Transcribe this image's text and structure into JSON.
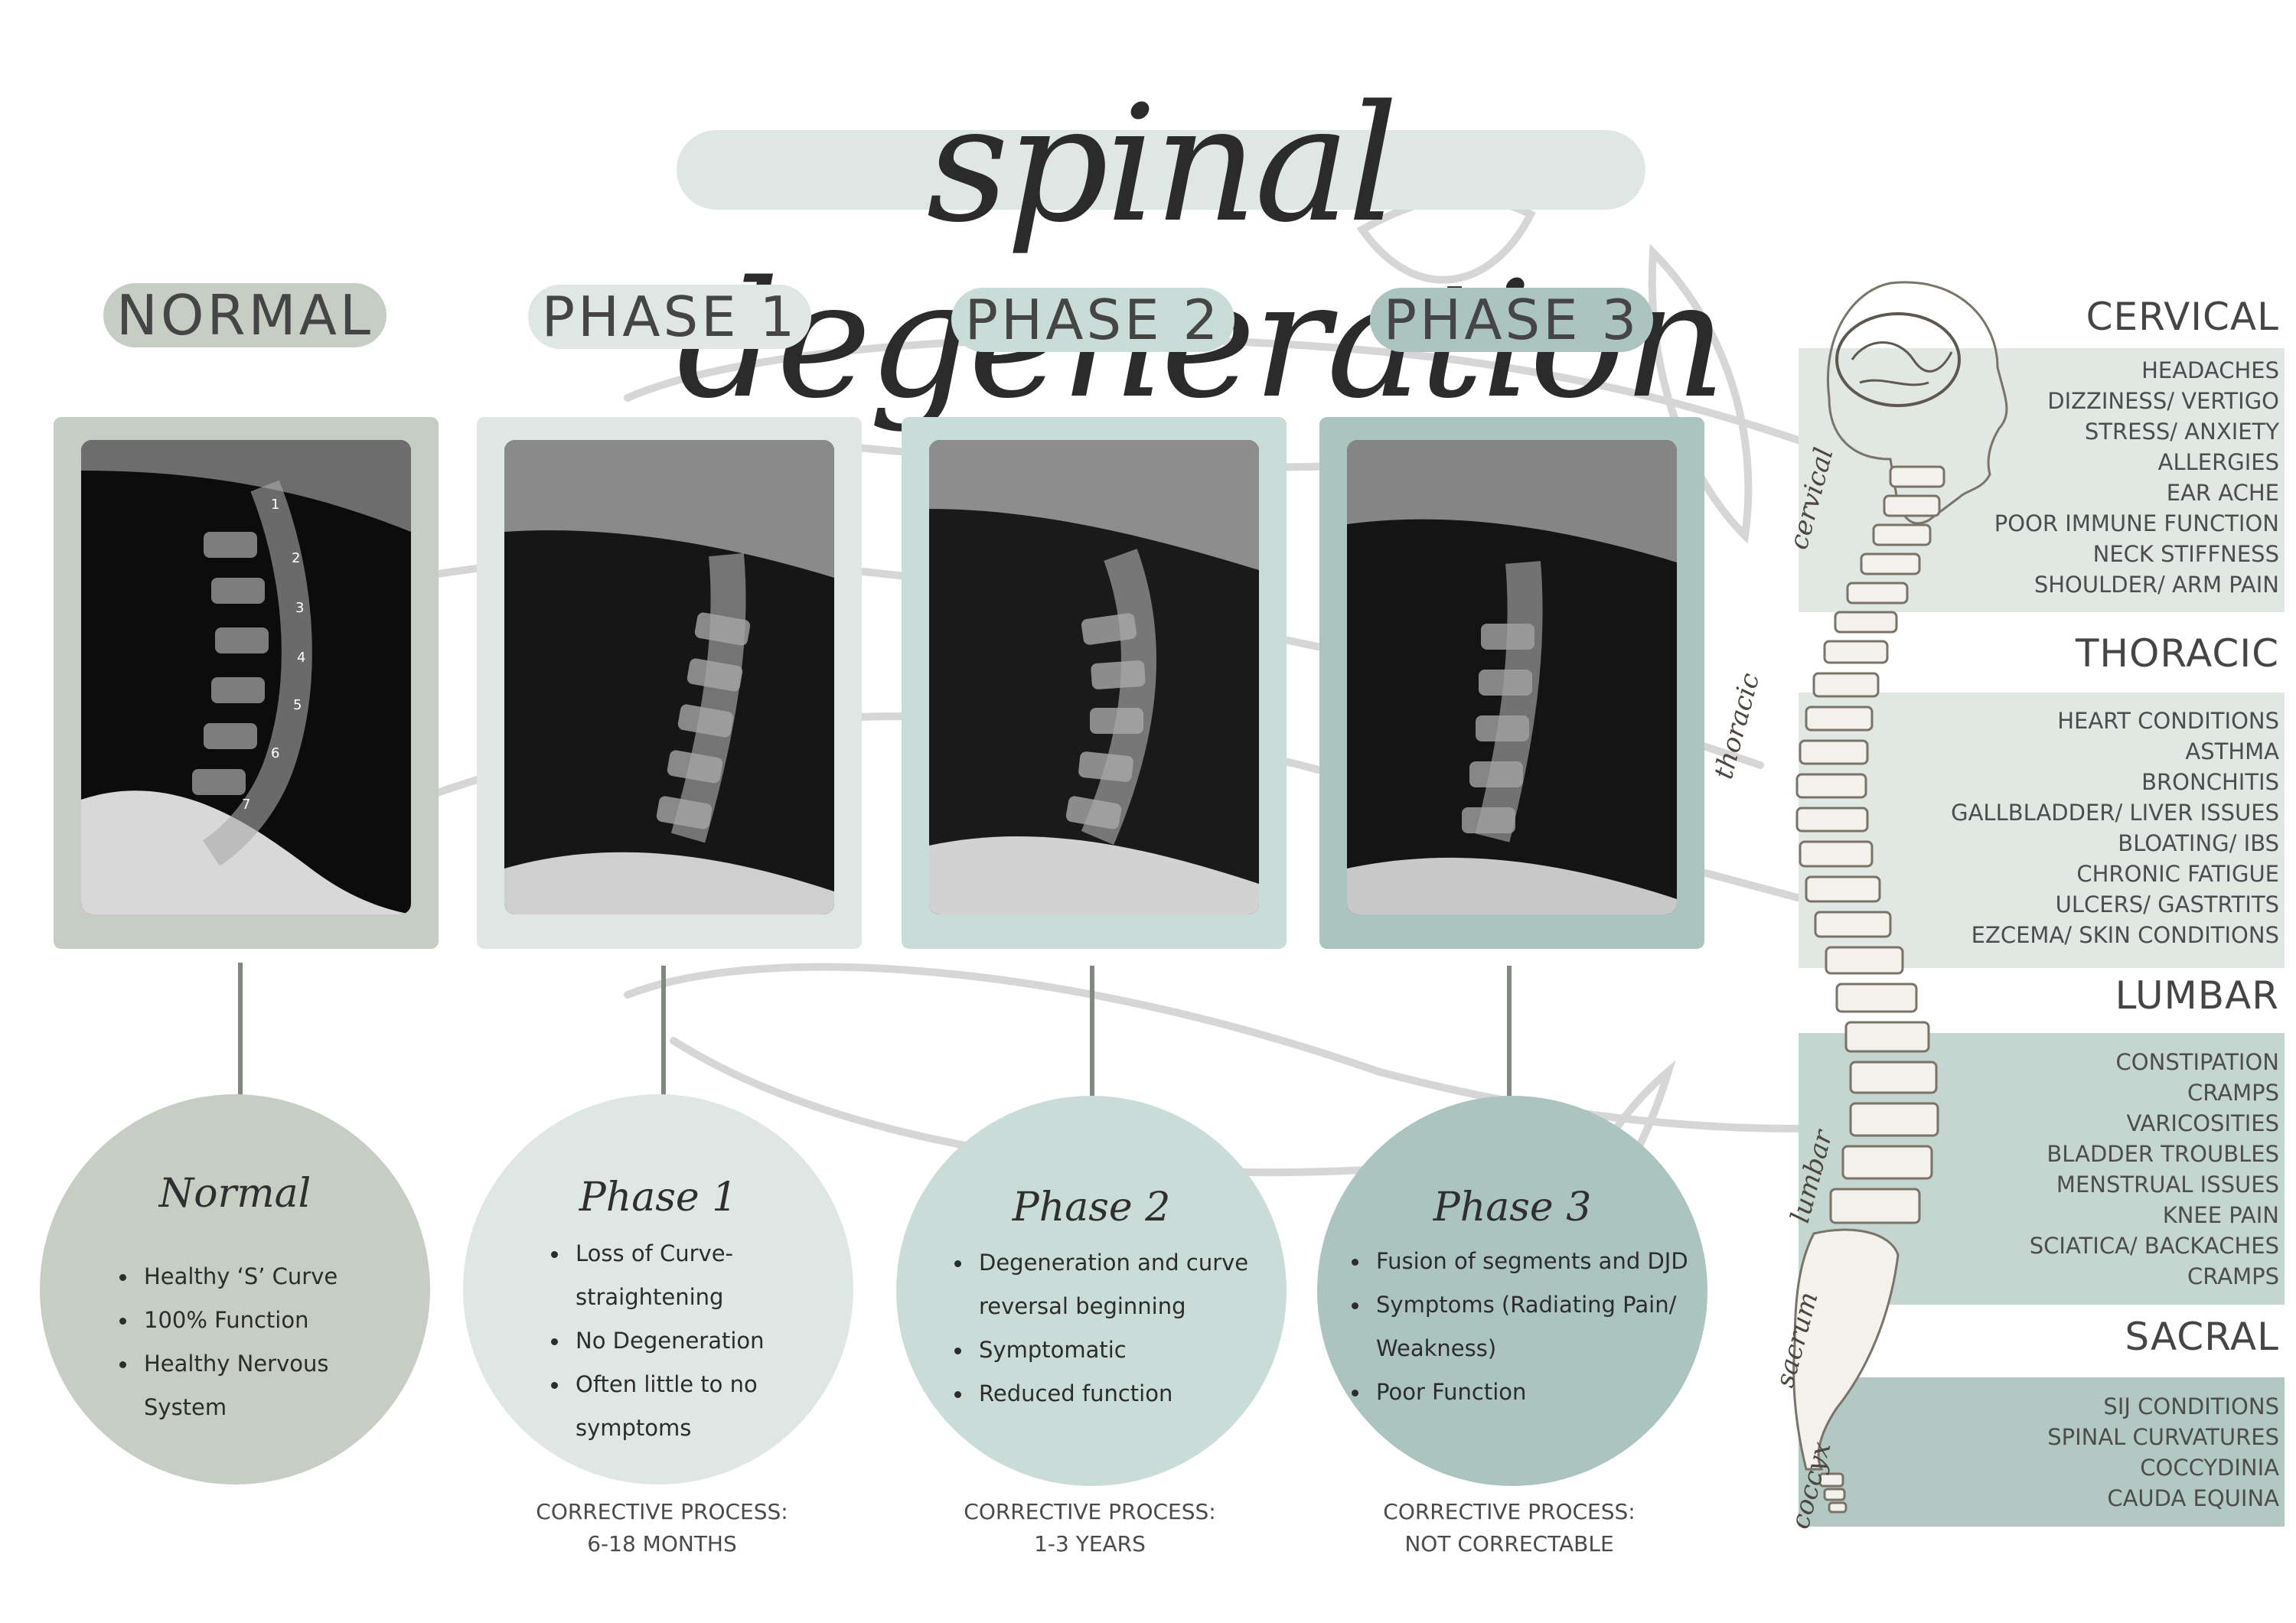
{
  "title": "spinal degeneration",
  "phases": [
    {
      "header": "NORMAL",
      "xray_labels": [
        "1",
        "2",
        "3",
        "4",
        "5",
        "6",
        "7"
      ],
      "circle_title": "Normal",
      "bullets": [
        "Healthy  ‘S’ Curve",
        "100% Function",
        "Healthy Nervous System"
      ],
      "corrective_label": "",
      "corrective_value": ""
    },
    {
      "header": "PHASE 1",
      "circle_title": "Phase 1",
      "bullets": [
        "Loss of Curve-straightening",
        "No Degeneration",
        "Often little to no symptoms"
      ],
      "corrective_label": "CORRECTIVE PROCESS:",
      "corrective_value": "6-18 MONTHS"
    },
    {
      "header": "PHASE 2",
      "circle_title": "Phase 2",
      "bullets": [
        "Degeneration and curve reversal beginning",
        "Symptomatic",
        "Reduced function"
      ],
      "corrective_label": "CORRECTIVE PROCESS:",
      "corrective_value": "1-3 YEARS"
    },
    {
      "header": "PHASE 3",
      "circle_title": "Phase 3",
      "bullets": [
        "Fusion of segments and DJD",
        "Symptoms (Radiating Pain/ Weakness)",
        "Poor Function"
      ],
      "corrective_label": "CORRECTIVE PROCESS:",
      "corrective_value": "NOT CORRECTABLE"
    }
  ],
  "regions": [
    {
      "title": "CERVICAL",
      "items": [
        "HEADACHES",
        "DIZZINESS/ VERTIGO",
        "STRESS/ ANXIETY",
        "ALLERGIES",
        "EAR ACHE",
        "POOR IMMUNE FUNCTION",
        "NECK STIFFNESS",
        "SHOULDER/ ARM PAIN"
      ]
    },
    {
      "title": "THORACIC",
      "items": [
        "HEART CONDITIONS",
        "ASTHMA",
        "BRONCHITIS",
        "GALLBLADDER/ LIVER ISSUES",
        "BLOATING/ IBS",
        "CHRONIC FATIGUE",
        "ULCERS/ GASTRTITS",
        "EZCEMA/ SKIN CONDITIONS"
      ]
    },
    {
      "title": "LUMBAR",
      "items": [
        "CONSTIPATION",
        "CRAMPS",
        "VARICOSITIES",
        "BLADDER TROUBLES",
        "MENSTRUAL ISSUES",
        "KNEE PAIN",
        "SCIATICA/ BACKACHES",
        "CRAMPS"
      ]
    },
    {
      "title": "SACRAL",
      "items": [
        "SIJ CONDITIONS",
        "SPINAL CURVATURES",
        "COCCYDINIA",
        "CAUDA EQUINA"
      ]
    }
  ],
  "spine_labels": [
    "cervical",
    "thoracic",
    "lumbar",
    "sacrum",
    "coccyx"
  ],
  "colors": {
    "normal": "#c6cec3",
    "phase1": "#dfe7e4",
    "phase2": "#cadcd7",
    "phase3": "#abc4bf",
    "region_box": "#e1e7e3",
    "region_box_dark": "#c5d6d0",
    "arrow": "#7e8a7c"
  }
}
